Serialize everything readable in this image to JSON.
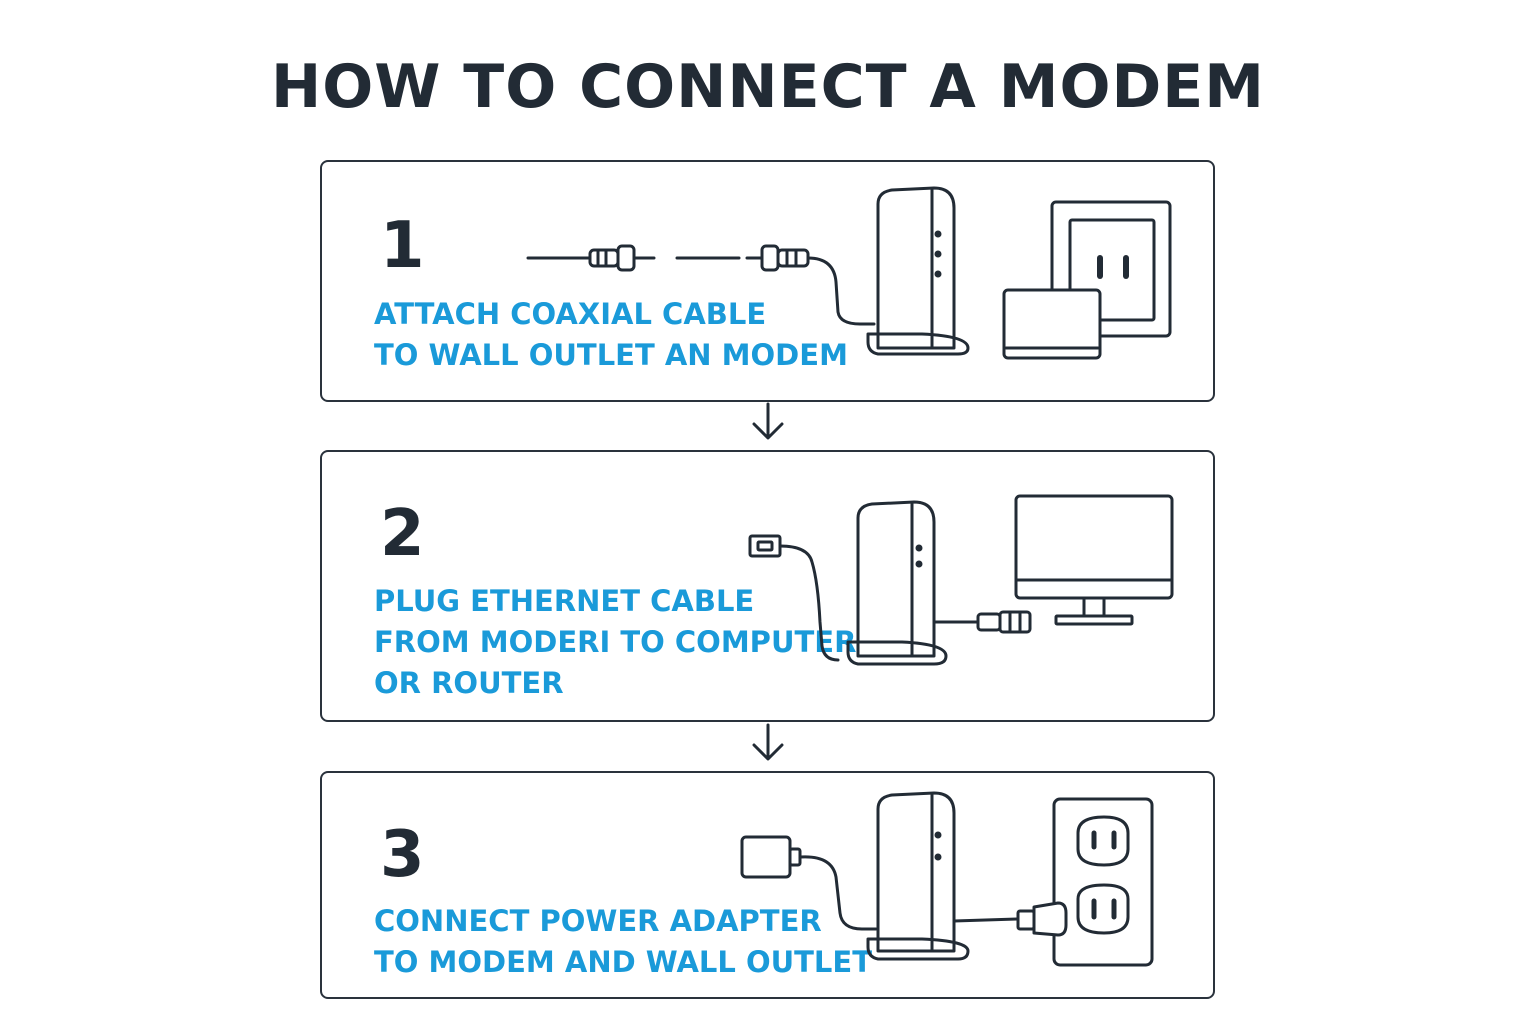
{
  "title": "HOW TO CONNECT A MODEM",
  "steps": [
    {
      "number": "1",
      "lines": [
        "ATTACH COAXIAL CABLE",
        "TO WALL OUTLET AN MODEM"
      ]
    },
    {
      "number": "2",
      "lines": [
        "PLUG ETHERNET CABLE",
        "FROM MODERI TO COMPUTER",
        "OR ROUTER"
      ]
    },
    {
      "number": "3",
      "lines": [
        "CONNECT POWER ADAPTER",
        "TO MODEM AND WALL OUTLET"
      ]
    }
  ],
  "colors": {
    "accent": "#1a9ad9",
    "ink": "#222b35"
  },
  "icons": [
    "coax-cable-icon",
    "modem-icon",
    "wall-outlet-icon",
    "laptop-icon",
    "ethernet-plug-icon",
    "monitor-icon",
    "power-adapter-icon",
    "arrow-down-icon"
  ]
}
